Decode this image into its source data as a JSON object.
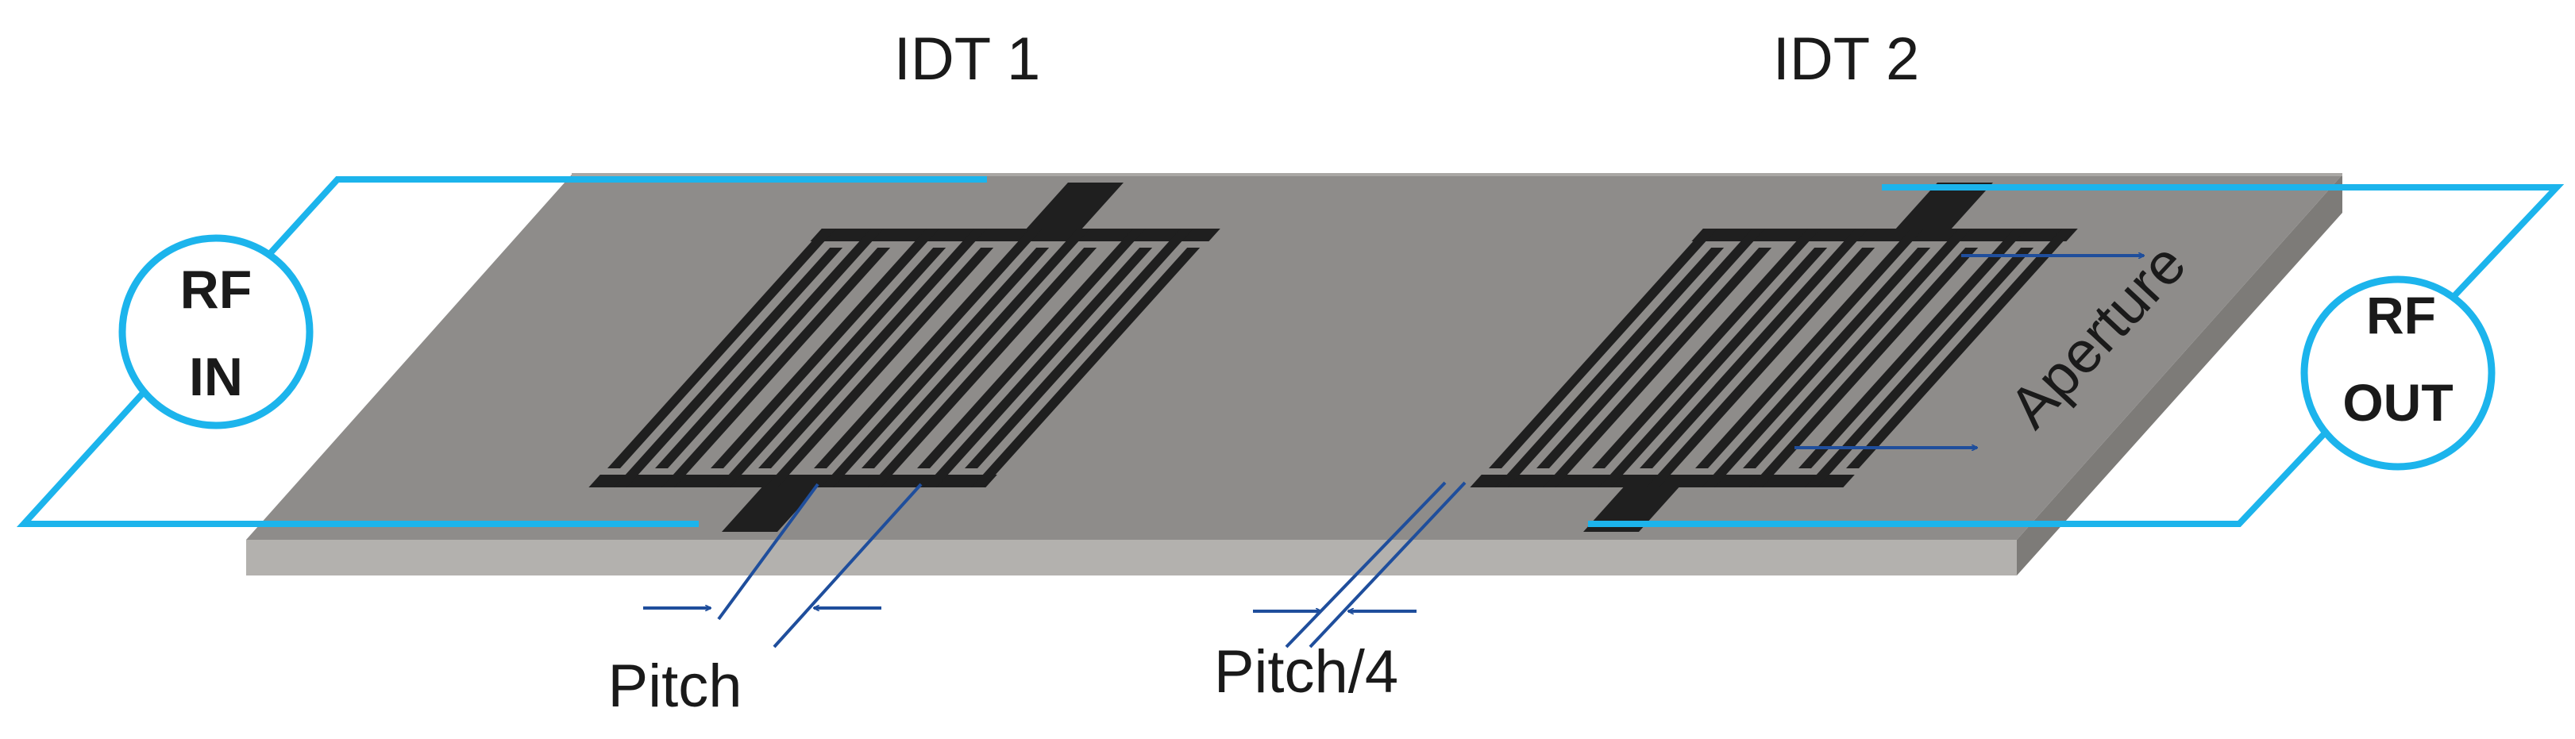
{
  "labels": {
    "idt1": "IDT 1",
    "idt2": "IDT 2",
    "rf_in_line1": "RF",
    "rf_in_line2": "IN",
    "rf_out_line1": "RF",
    "rf_out_line2": "OUT",
    "aperture": "Aperture",
    "pitch": "Pitch",
    "pitch_quarter": "Pitch/4"
  },
  "colors": {
    "substrate_top": "#8e8c8a",
    "substrate_side": "#b3b1ae",
    "electrode": "#1f1f1f",
    "wire": "#1cb4ec",
    "annotation_arrow": "#1f4e9c"
  }
}
